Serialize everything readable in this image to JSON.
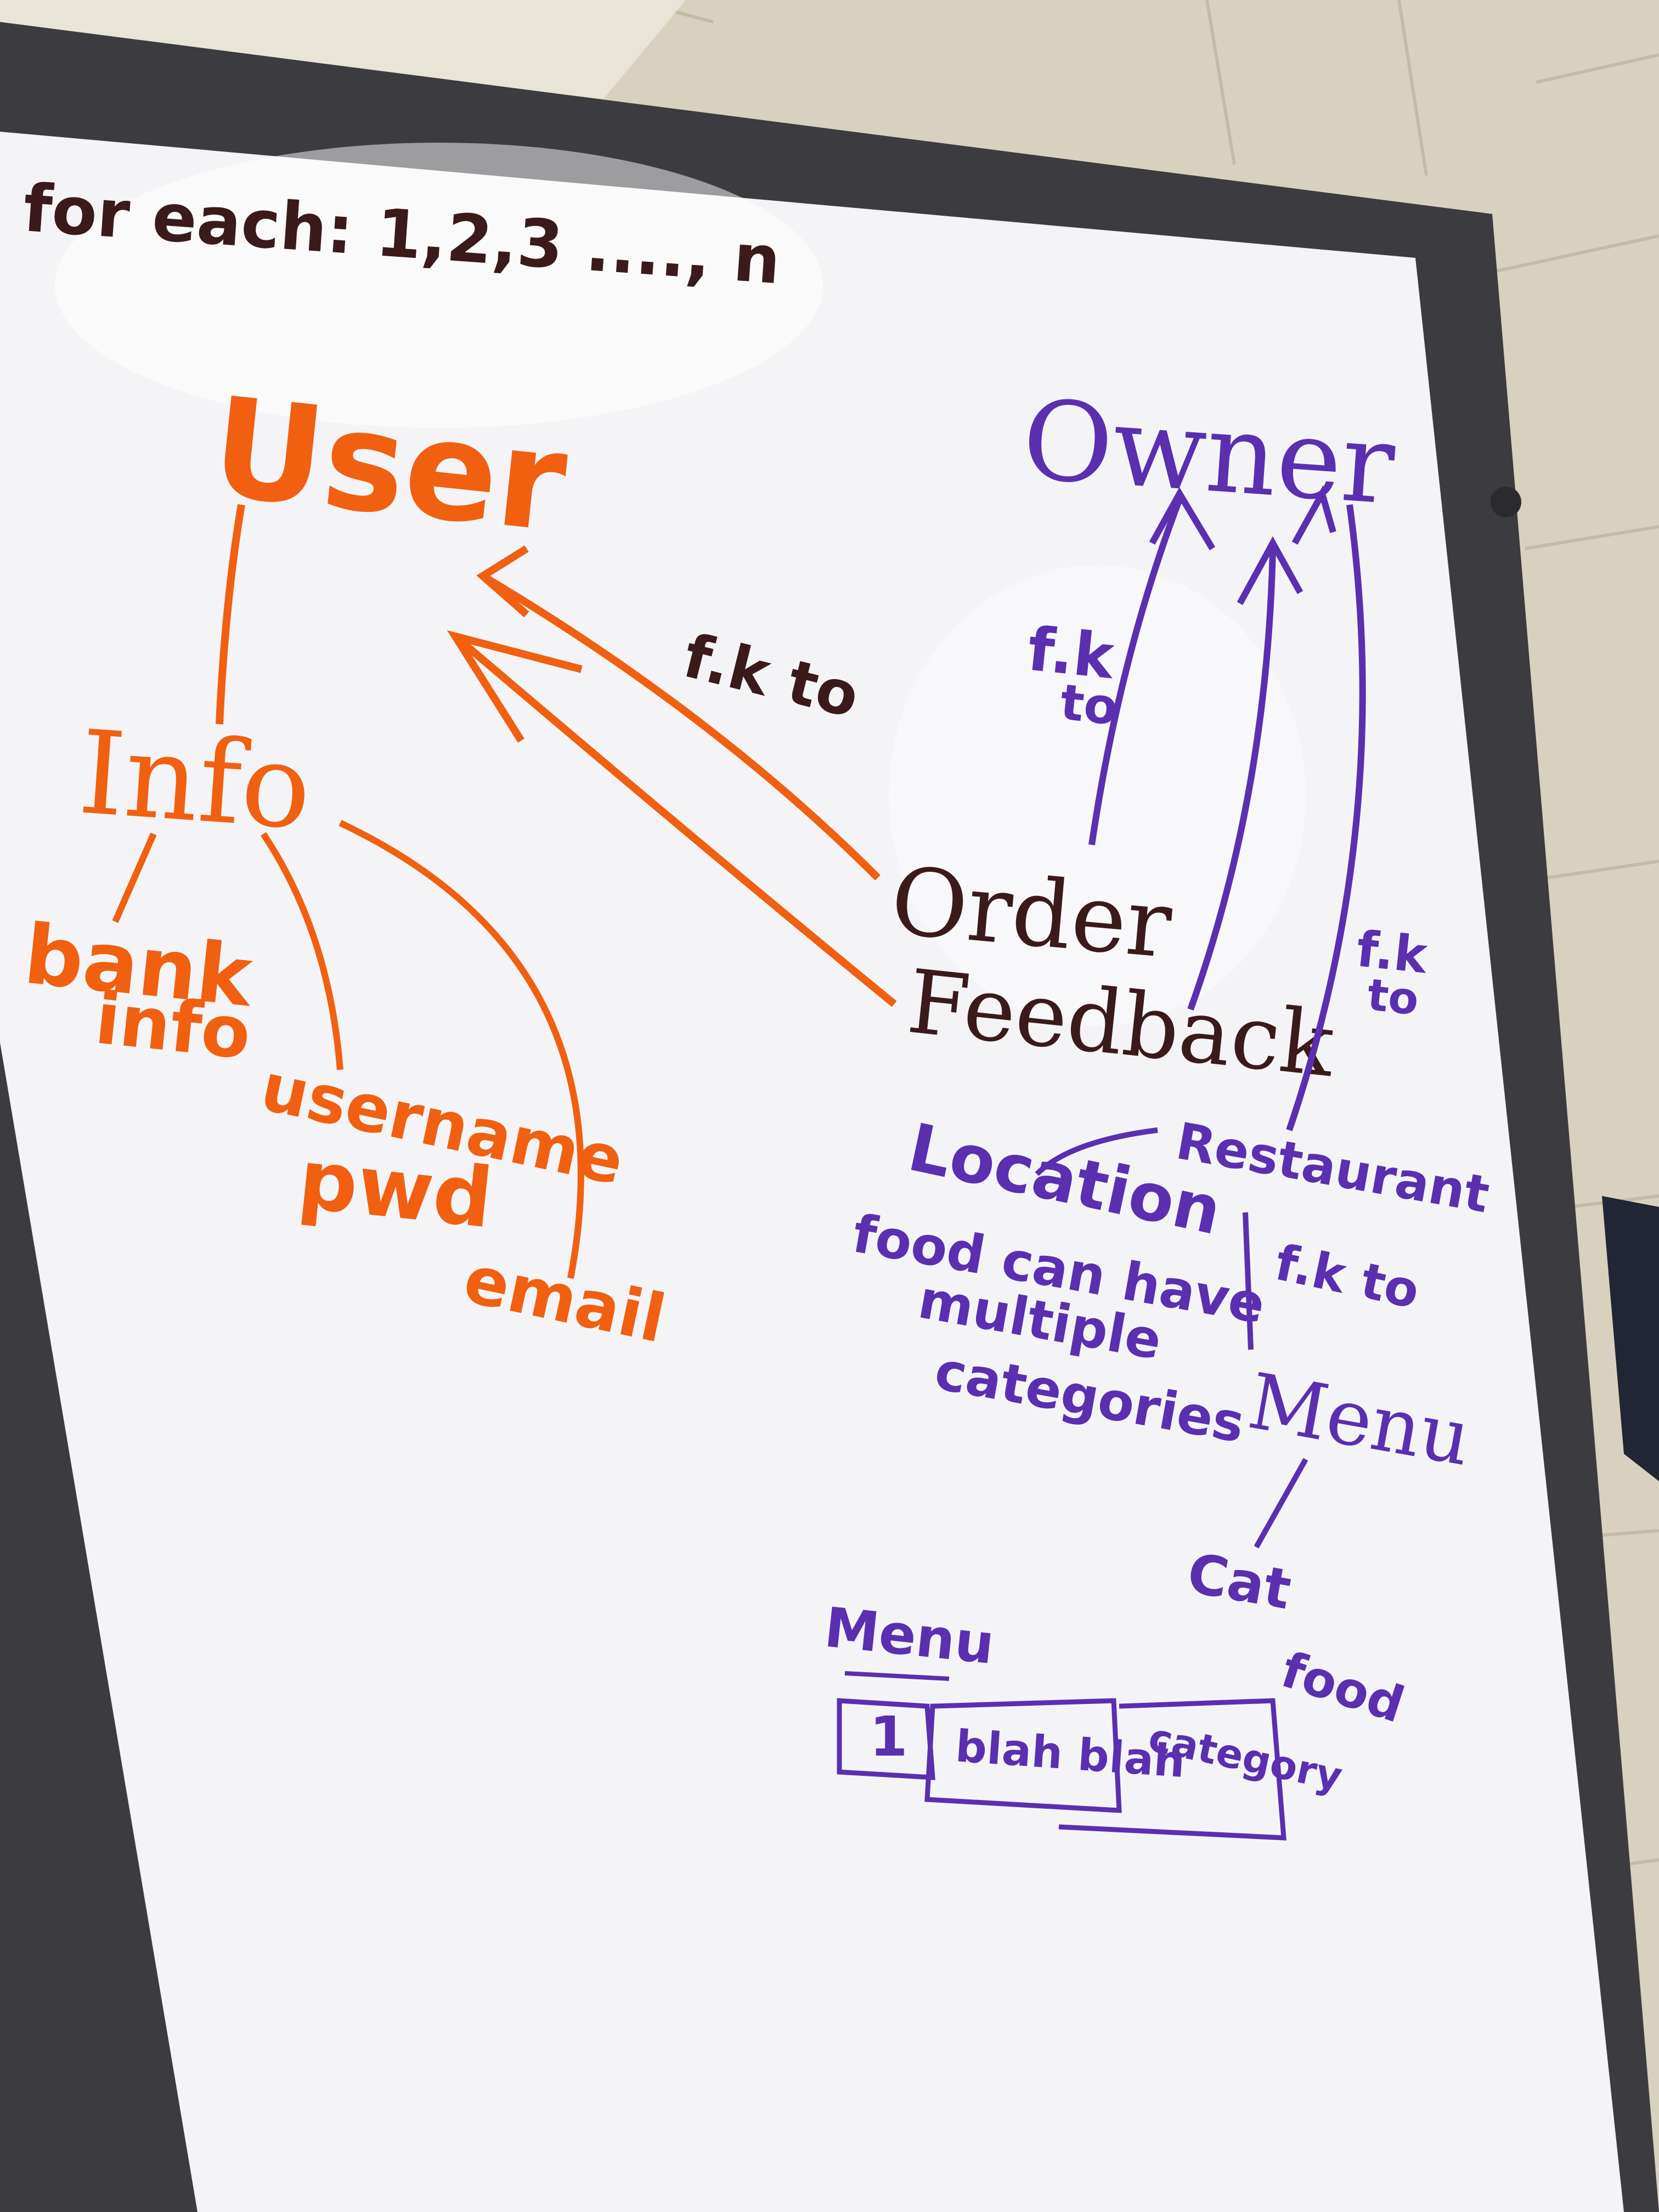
{
  "header_note": "for each: 1,2,3 ...., n",
  "colors": {
    "orange_marker": "#f06010",
    "purple_marker": "#5a2fb0",
    "maroon_marker": "#3a1a1a",
    "board": "#f7f7f9",
    "frame": "#3a3a3e",
    "wall": "#d9d3c2"
  },
  "user_cluster": {
    "title": "User",
    "info": "Info",
    "bank_info_line1": "bank",
    "bank_info_line2": "info",
    "username": "username",
    "pwd": "pwd",
    "email": "email"
  },
  "order_cluster": {
    "order": "Order",
    "feedback": "Feedback",
    "fk_label_user": "f.k to"
  },
  "owner_cluster": {
    "owner": "Owner",
    "fk_label_order_line1": "f.k",
    "fk_label_order_line2": "to",
    "fk_label_restaurant_line1": "f.k",
    "fk_label_restaurant_line2": "to",
    "restaurant": "Restaurant",
    "location": "Location",
    "fk_label_menu": "f.k to",
    "menu": "Menu",
    "cat": "Cat",
    "food": "food"
  },
  "note": {
    "line1": "food can have",
    "line2": "multiple",
    "line3": "categories"
  },
  "menu_table": {
    "title": "Menu",
    "cells": [
      "1",
      "blah blah",
      "category"
    ]
  }
}
